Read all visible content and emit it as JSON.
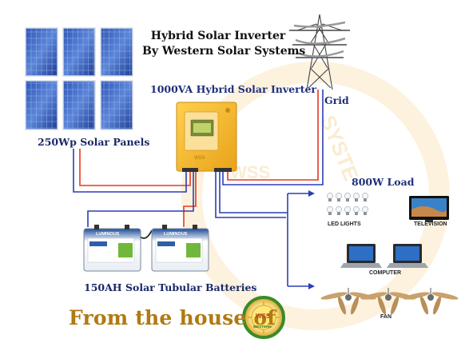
{
  "title": {
    "line1": "Hybrid Solar Inverter",
    "line2": "By Western Solar Systems"
  },
  "labels": {
    "solar_panels": "250Wp Solar Panels",
    "inverter": "1000VA Hybrid Solar Inverter",
    "grid": "Grid",
    "batteries": "150AH Solar Tubular Batteries",
    "load": "800W Load"
  },
  "loads": {
    "led_lights": "LED LIGHTS",
    "television": "TELEVISION",
    "computer": "COMPUTER",
    "fan": "FAN"
  },
  "battery_brand": "LUMINOUS",
  "footer": {
    "text": "From the house of",
    "logo_text": "WSS",
    "logo_ring": "WESTERN"
  },
  "watermark": {
    "stamp": "WSS",
    "ring": "SYSTE"
  },
  "colors": {
    "wire_positive": "#e8391e",
    "wire_negative": "#2b3fb5",
    "wire_load": "#2b3fb5",
    "inverter_body": "#f5b82a",
    "title_blue": "#1f2f7a",
    "footer_gold": "#b07a12"
  }
}
